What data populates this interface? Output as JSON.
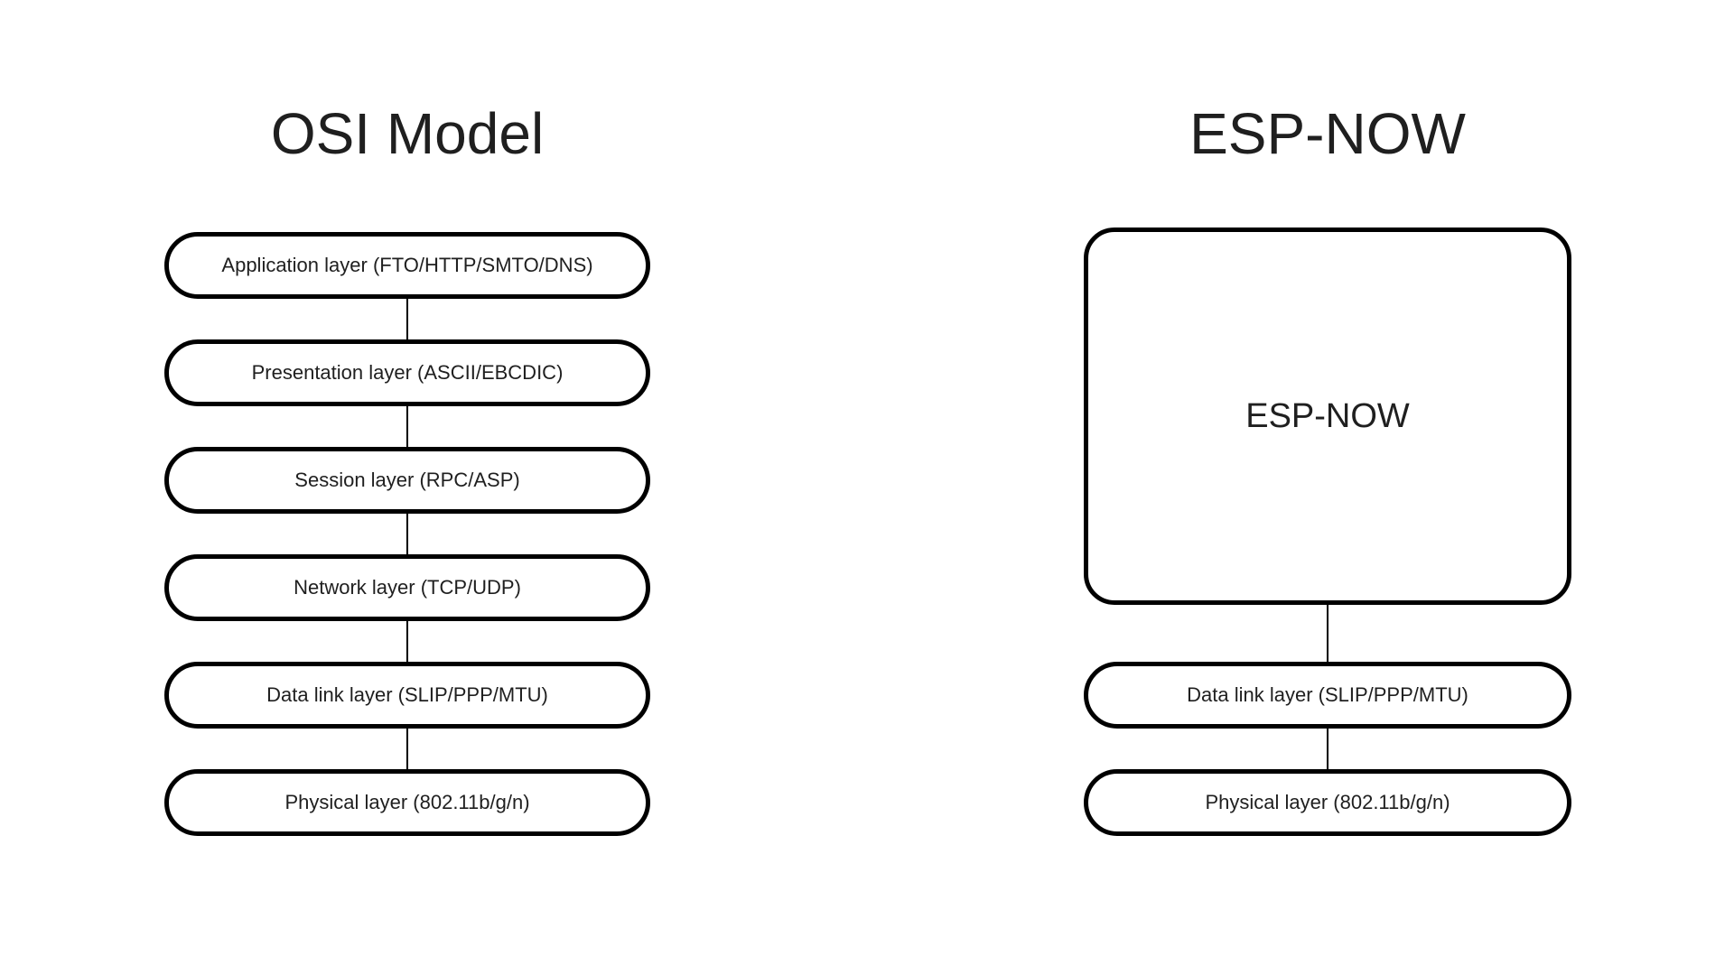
{
  "colors": {
    "background": "#ffffff",
    "stroke": "#000000",
    "text": "#1f1f1f"
  },
  "osi": {
    "title": "OSI Model",
    "layers": [
      "Application layer (FTO/HTTP/SMTO/DNS)",
      "Presentation layer (ASCII/EBCDIC)",
      "Session layer (RPC/ASP)",
      "Network layer (TCP/UDP)",
      "Data link layer (SLIP/PPP/MTU)",
      "Physical layer (802.11b/g/n)"
    ]
  },
  "espnow": {
    "title": "ESP-NOW",
    "box_label": "ESP-NOW",
    "layers": [
      "Data link layer (SLIP/PPP/MTU)",
      "Physical layer (802.11b/g/n)"
    ]
  }
}
